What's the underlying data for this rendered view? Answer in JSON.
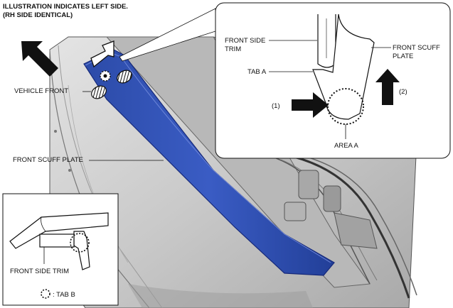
{
  "header": {
    "line1": "ILLUSTRATION INDICATES LEFT SIDE.",
    "line2": "(RH SIDE IDENTICAL)"
  },
  "main_labels": {
    "vehicle_front": "VEHICLE FRONT",
    "front_scuff_plate": "FRONT SCUFF PLATE"
  },
  "detail_callout": {
    "front_side_trim_l1": "FRONT SIDE",
    "front_side_trim_l2": "TRIM",
    "front_scuff_plate_l1": "FRONT SCUFF",
    "front_scuff_plate_l2": "PLATE",
    "tab_a": "TAB A",
    "step_1": "(1)",
    "step_2": "(2)",
    "area_a": "AREA A"
  },
  "inset": {
    "front_side_trim": "FRONT SIDE TRIM",
    "tab_b_legend": ": TAB B"
  },
  "colors": {
    "scuff_plate": "#2d4fb2",
    "scuff_plate_edge": "#16297a",
    "body_gray": "#d2d2d2",
    "body_dark": "#8d8d8d"
  },
  "icons": [
    "vehicle-front-arrow-icon",
    "removal-arrow-icon",
    "push-arrow-icon",
    "lift-arrow-icon",
    "tab-b-marker-icon"
  ]
}
